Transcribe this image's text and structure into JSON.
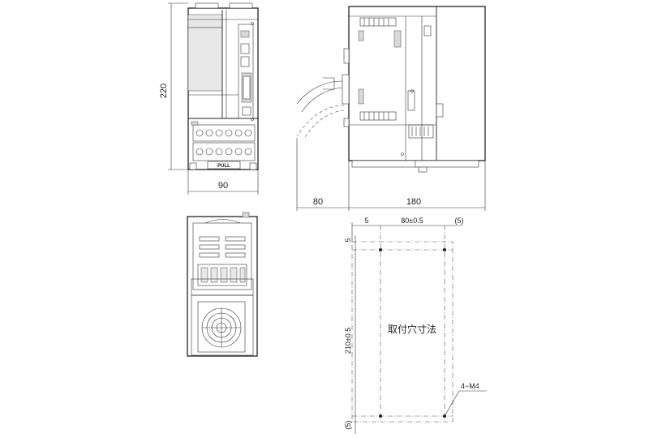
{
  "drawing": {
    "front_view": {
      "height_label": "220",
      "width_label": "90",
      "pull_label": "PULL"
    },
    "side_view": {
      "cable_depth_label": "80",
      "depth_label": "180"
    },
    "mounting": {
      "top_margin_label": "5",
      "hole_pitch_x_label": "80±0.5",
      "right_margin_label": "(5)",
      "side_margin_label": "5",
      "hole_pitch_y_label": "210±0.5",
      "bottom_margin_label": "(5)",
      "hole_label": "4−M4",
      "title": "取付穴寸法"
    }
  }
}
